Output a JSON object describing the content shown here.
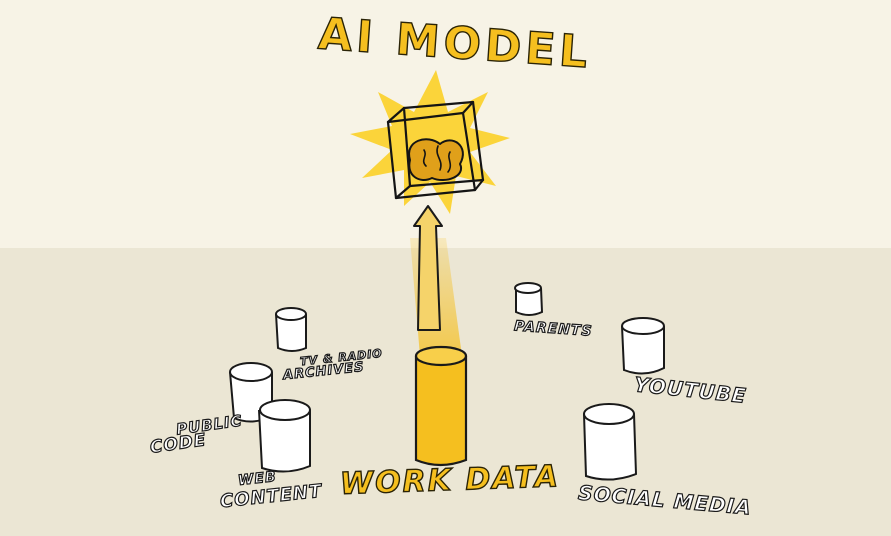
{
  "diagram": {
    "title": "AI MODEL",
    "model_icon": "brain-in-cube-icon",
    "flow_icon": "arrow-up-icon",
    "central_source": {
      "label": "WORK DATA",
      "color": "#f5bf1f"
    },
    "sources": {
      "tv_radio": {
        "line1": "TV & RADIO",
        "line2": "ARCHIVES"
      },
      "public_code": {
        "line1": "PUBLIC",
        "line2": "CODE"
      },
      "web_content": {
        "line1": "WEB",
        "line2": "CONTENT"
      },
      "parents": {
        "label": "PARENTS"
      },
      "youtube": {
        "label": "YOUTUBE"
      },
      "social_media": {
        "label": "SOCIAL MEDIA"
      }
    },
    "colors": {
      "accent": "#f5bf1f",
      "outline": "#1a1a1a",
      "backdrop": "#f7f3e6",
      "floor": "#ebe6d4",
      "burst": "#fbd43a"
    }
  }
}
